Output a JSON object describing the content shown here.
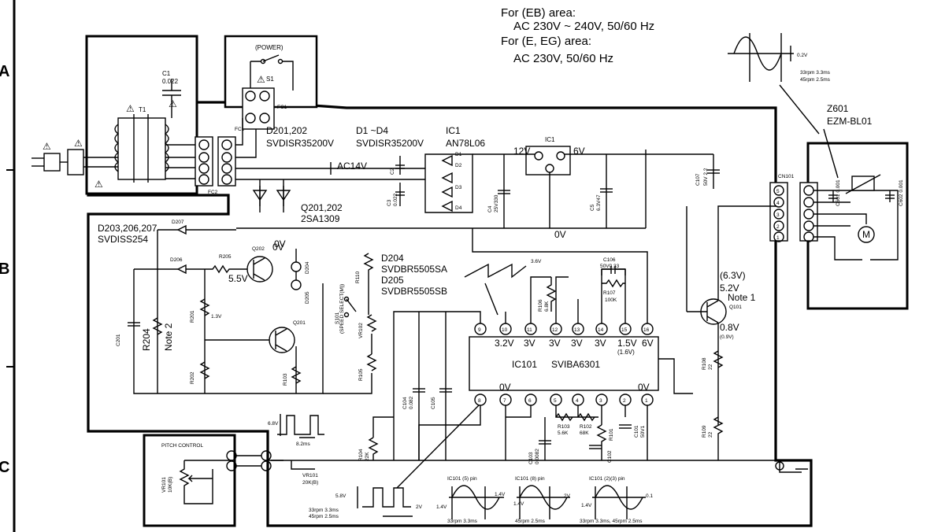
{
  "notes": {
    "line1": "For (EB) area:",
    "line2": "AC 230V ~ 240V, 50/60 Hz",
    "line3": "For (E, EG) area:",
    "line4": "AC 230V, 50/60 Hz"
  },
  "grid_rows": [
    "A",
    "B",
    "C"
  ],
  "power_switch": {
    "title": "(POWER)",
    "ref": "S1",
    "connector": "FC1"
  },
  "transformer": {
    "ref": "T1",
    "cap_ref": "C1",
    "cap_value": "0.022",
    "connectors": [
      "FC1",
      "FC2"
    ]
  },
  "rectifier_labels": {
    "d201": "D201,202",
    "d201_part": "SVDISR35200V",
    "d1": "D1 ~D4",
    "d1_part": "SVDISR35200V",
    "ic1": "IC1",
    "ic1_part": "AN78L06",
    "ac_voltage": "AC14V",
    "transistors": "Q201,202",
    "transistors_part": "2SA1309",
    "diodes": "D203,206,207",
    "diodes_part": "SVDISS254"
  },
  "ic1_detail": {
    "ref": "IC1",
    "vin": "12V",
    "vout": "6V",
    "ground": "0V"
  },
  "motor_section": {
    "zener_ref": "Z601",
    "zener_part": "EZM-BL01",
    "connector": "CN101",
    "pins": [
      "5",
      "4",
      "3",
      "2",
      "1"
    ],
    "caps": [
      "C601 0.001",
      "C602 0.001"
    ],
    "motor": "M",
    "wave_amp": "0.2V",
    "wave_note1": "33rpm 3.3ms",
    "wave_note2": "45rpm 2.5ms"
  },
  "main_ic": {
    "ref": "IC101",
    "part": "SVIBA6301",
    "top_pins": [
      "9",
      "10",
      "11",
      "12",
      "13",
      "14",
      "15",
      "16"
    ],
    "top_volts": [
      "3.2V",
      "3V",
      "3V",
      "3V",
      "3V",
      "1.5V",
      "6V"
    ],
    "top_volt_note": "(1.6V)",
    "bottom_pins": [
      "8",
      "7",
      "6",
      "5",
      "4",
      "3",
      "2",
      "1"
    ],
    "bottom_volts": [
      "0V",
      "0V"
    ]
  },
  "components": {
    "d204": "D204",
    "d204_part": "SVDBR5505SA",
    "d205": "D205",
    "d205_part": "SVDBR5505SB",
    "r110": "R110",
    "r205": "R205",
    "r205_val": "5.5V",
    "q202": "Q202",
    "q201": "Q201",
    "q202_volt": "0V",
    "r201": "R201",
    "r201_val": "1.3V",
    "r202": "R202",
    "r204": "R204",
    "note2": "Note 2",
    "c201": "C201",
    "d206": "D206",
    "d207": "D207",
    "r103": "R103",
    "r105": "R105",
    "vr102": "VR102",
    "r104": "R104",
    "r104_val": "22K",
    "s101": "S101",
    "s101_desc": "(SPEED SELECT(M))",
    "c104": "C104",
    "c104_val": "0.082",
    "c105": "C105",
    "c103": "C103",
    "c103_val": "0.0082",
    "r103b": "R103",
    "r103b_val": "5.6K",
    "r102": "R102",
    "r102_val": "68K",
    "r101": "R101",
    "c102": "C102",
    "c101": "C101",
    "c101_val": "50V1",
    "r106": "R106",
    "r106_val": "6.8K",
    "r107": "R107",
    "r107_val": "100K",
    "c106": "C106",
    "c106_val": "50V0.33",
    "q101": "Q101",
    "q101_note": "Note 1",
    "q101_v1": "(6.3V)",
    "q101_v2": "5.2V",
    "q101_v3": "0.8V",
    "q101_v4": "(0.9V)",
    "r108": "R108",
    "r108_val": "22",
    "r109": "R109",
    "r109_val": "22",
    "c107": "C107",
    "c107_val": "50V 2.2",
    "c2": "C2",
    "c3": "C3",
    "c3_val": "0.022",
    "c4": "C4",
    "c4_val": "25V330",
    "c5": "C5",
    "c5_val": "6.3V47",
    "zero_volt": "0V",
    "ramp_volt": "3.6V"
  },
  "pitch_control": {
    "title": "PITCH CONTROL",
    "ref": "VR101",
    "value": "10K(B)",
    "ref2": "VR101",
    "value2": "20K(B)"
  },
  "waveforms": [
    {
      "title": "",
      "amp": "6.8V",
      "time": "8.2ms"
    },
    {
      "title": "",
      "amp": "5.8V",
      "time1": "33rpm 3.3ms",
      "time2": "45rpm 2.5ms",
      "amp2": "2V"
    },
    {
      "title": "IC101 (5) pin",
      "amp1": "1.4V",
      "amp2": "1.4V",
      "time": "33rpm  3.3ms"
    },
    {
      "title": "IC101 (8) pin",
      "amp1": "1.4V",
      "amp2": "2V",
      "time": "45rpm  2.5ms"
    },
    {
      "title": "IC101 (2)(3) pin",
      "amp1": "1.4V",
      "amp2": "0.1",
      "time": "33rpm 3.3ms, 45rpm 2.5ms"
    }
  ]
}
